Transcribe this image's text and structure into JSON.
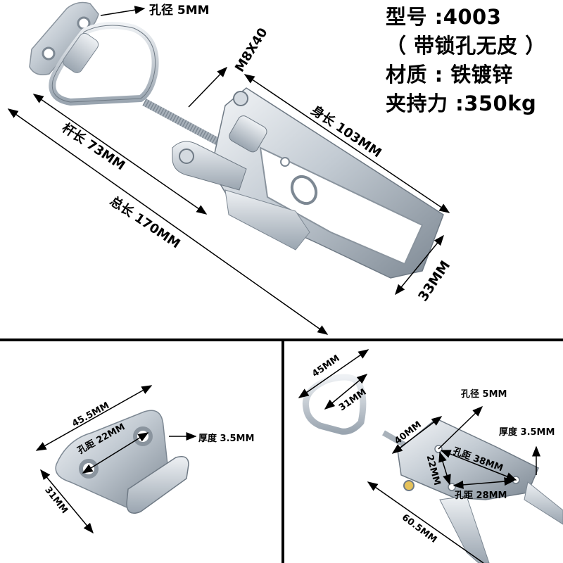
{
  "specs": {
    "model": "型号 :4003",
    "variant": "（ 带锁孔无皮 ）",
    "material": "材质 : 铁镀锌",
    "clamping_force": "夹持力 :350kg"
  },
  "main_view": {
    "hole_diameter": "孔径 5MM",
    "thread": "M8X40",
    "rod_length": "杆长 73MM",
    "total_length": "总长 170MM",
    "body_length": "身长 103MM",
    "width": "33MM"
  },
  "catch_plate_view": {
    "length": "45.5MM",
    "hole_spacing": "孔距 22MM",
    "thickness": "厚度 3.5MM",
    "width": "31MM"
  },
  "latch_detail_view": {
    "loop_outer": "45MM",
    "loop_inner": "31MM",
    "hole_diameter": "孔径 5MM",
    "rod": "40MM",
    "thickness": "厚度 3.5MM",
    "hole_spacing_long": "孔距 38MM",
    "hole_spacing_vertical": "22MM",
    "hole_spacing_short": "孔距 28MM",
    "body_length": "60.5MM"
  },
  "colors": {
    "metal_light": "#e8ecf0",
    "metal_mid": "#b9c2cb",
    "metal_dark": "#6f7a85",
    "divider": "#000000",
    "text": "#000000"
  }
}
